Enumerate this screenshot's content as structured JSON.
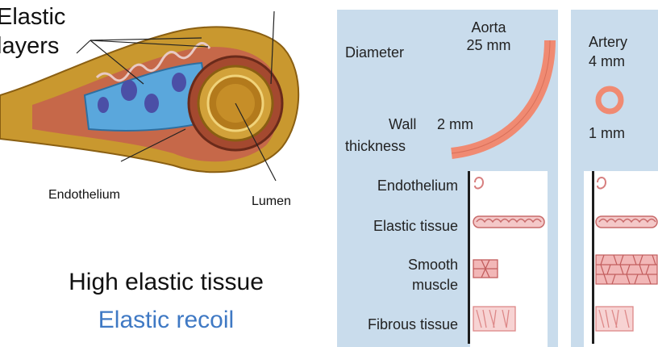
{
  "illustration": {
    "labels": {
      "elastic_layers": [
        "Elastic",
        "layers"
      ],
      "endothelium": "Endothelium",
      "lumen": "Lumen"
    }
  },
  "summary": {
    "line1": "High elastic tissue",
    "line2": "Elastic recoil",
    "line2_color": "#3f79c4"
  },
  "aorta_panel": {
    "vessel": "Aorta",
    "diameter_label": "Diameter",
    "diameter_value": "25 mm",
    "wall_label": [
      "Wall",
      "thickness"
    ],
    "wall_value": "2 mm",
    "tissues": [
      "Endothelium",
      "Elastic tissue",
      [
        "Smooth",
        "muscle"
      ],
      "Fibrous tissue"
    ]
  },
  "artery_panel": {
    "vessel": "Artery",
    "diameter_value": "4 mm",
    "wall_value": "1 mm"
  },
  "colors": {
    "panel_blue": "#c9dcec",
    "vessel_wall": "#f08a72",
    "tissue_pink": "#e9a6a6"
  }
}
